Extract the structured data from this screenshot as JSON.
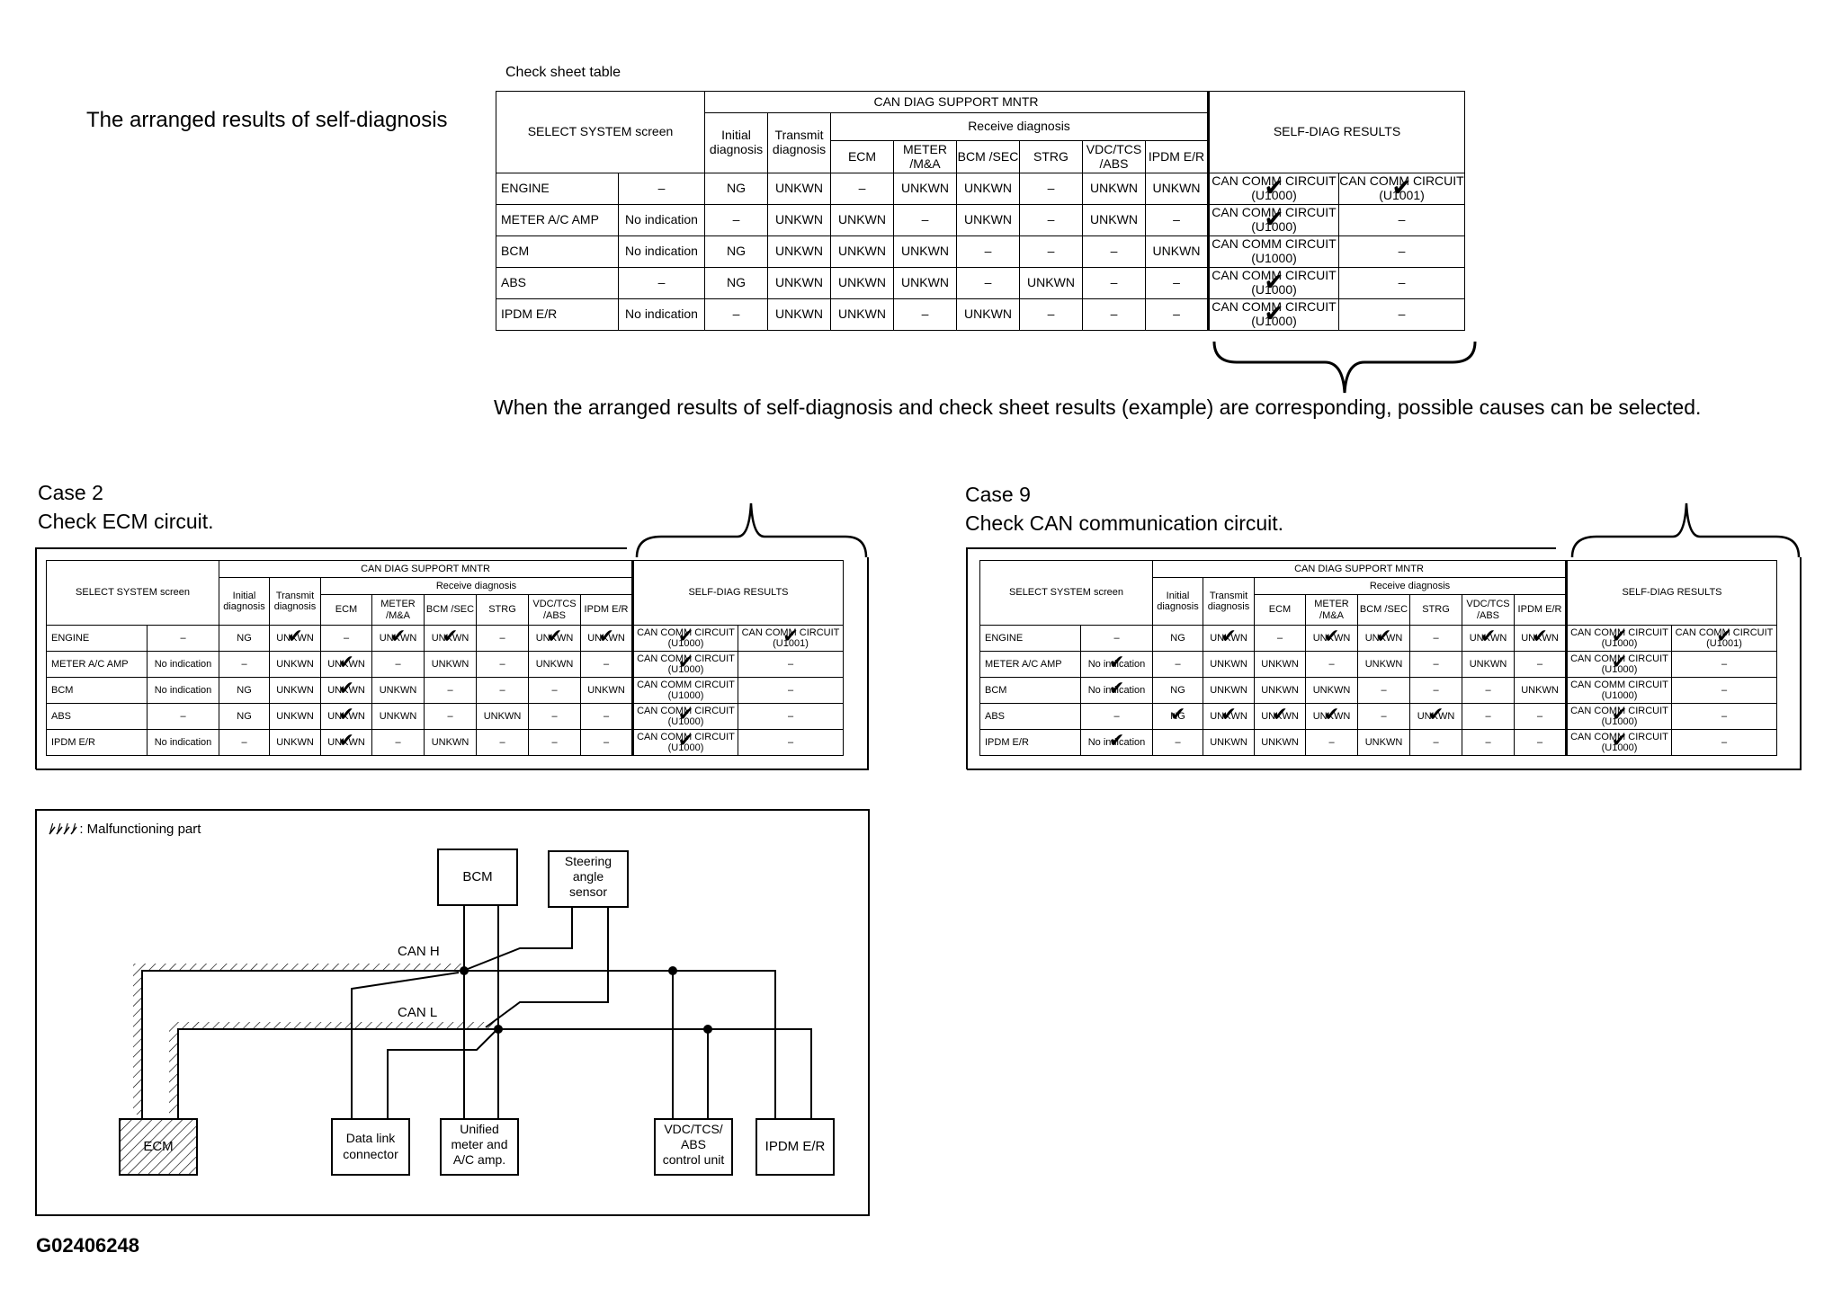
{
  "top": {
    "caption": "The arranged results of self-diagnosis",
    "sheet_label": "Check sheet table",
    "note": "When the arranged results of self-diagnosis and check sheet results (example) are corresponding, possible causes can be selected."
  },
  "headers": {
    "select_system": "SELECT SYSTEM screen",
    "can_diag": "CAN DIAG SUPPORT MNTR",
    "receive": "Receive diagnosis",
    "initial": "Initial diagnosis",
    "transmit": "Transmit diagnosis",
    "ecm": "ECM",
    "meter": "METER /M&A",
    "bcm": "BCM /SEC",
    "strg": "STRG",
    "vdc": "VDC/TCS /ABS",
    "ipdm": "IPDM E/R",
    "self_diag": "SELF-DIAG RESULTS"
  },
  "rows": [
    {
      "name": "ENGINE",
      "select": "–",
      "cells": [
        "NG",
        "UNKWN",
        "–",
        "UNKWN",
        "UNKWN",
        "–",
        "UNKWN",
        "UNKWN"
      ],
      "sd1": "CAN COMM CIRCUIT (U1000)",
      "sd2": "CAN COMM CIRCUIT (U1001)"
    },
    {
      "name": "METER A/C AMP",
      "select": "No indication",
      "cells": [
        "–",
        "UNKWN",
        "UNKWN",
        "–",
        "UNKWN",
        "–",
        "UNKWN",
        "–"
      ],
      "sd1": "CAN COMM CIRCUIT (U1000)",
      "sd2": "–"
    },
    {
      "name": "BCM",
      "select": "No indication",
      "cells": [
        "NG",
        "UNKWN",
        "UNKWN",
        "UNKWN",
        "–",
        "–",
        "–",
        "UNKWN"
      ],
      "sd1": "CAN COMM CIRCUIT (U1000)",
      "sd2": "–"
    },
    {
      "name": "ABS",
      "select": "–",
      "cells": [
        "NG",
        "UNKWN",
        "UNKWN",
        "UNKWN",
        "–",
        "UNKWN",
        "–",
        "–"
      ],
      "sd1": "CAN COMM CIRCUIT (U1000)",
      "sd2": "–"
    },
    {
      "name": "IPDM E/R",
      "select": "No indication",
      "cells": [
        "–",
        "UNKWN",
        "UNKWN",
        "–",
        "UNKWN",
        "–",
        "–",
        "–"
      ],
      "sd1": "CAN COMM CIRCUIT (U1000)",
      "sd2": "–"
    }
  ],
  "checks": {
    "top": [
      "0-sd1",
      "0-sd2",
      "1-sd1",
      "3-sd1",
      "4-sd1"
    ],
    "case2": [
      "0-1",
      "0-3",
      "0-4",
      "0-6",
      "0-7",
      "1-2",
      "2-2",
      "3-2",
      "4-2",
      "0-sd1",
      "0-sd2",
      "1-sd1",
      "3-sd1",
      "4-sd1"
    ],
    "case9": [
      "0-1",
      "0-3",
      "0-4",
      "0-6",
      "0-7",
      "1-s",
      "2-s",
      "4-s",
      "3-0",
      "3-1",
      "3-2",
      "3-3",
      "3-5",
      "0-sd1",
      "0-sd2",
      "1-sd1",
      "3-sd1",
      "4-sd1"
    ]
  },
  "check_mark": "✔",
  "case2": {
    "title": "Case 2",
    "subtitle": "Check ECM circuit."
  },
  "case9": {
    "title": "Case 9",
    "subtitle": "Check CAN communication circuit."
  },
  "circuit": {
    "legend": "/ / / / : Malfunctioning part",
    "can_h": "CAN H",
    "can_l": "CAN L",
    "bcm": "BCM",
    "steering": [
      "Steering",
      "angle",
      "sensor"
    ],
    "ecm": "ECM",
    "data_link": [
      "Data link",
      "connector"
    ],
    "unified": [
      "Unified",
      "meter and",
      "A/C amp."
    ],
    "vdc": [
      "VDC/TCS/",
      "ABS",
      "control unit"
    ],
    "ipdm": "IPDM E/R"
  },
  "figure_id": "G02406248"
}
